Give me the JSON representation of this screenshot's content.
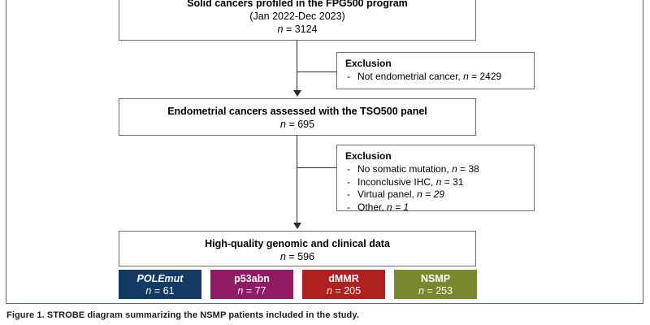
{
  "figure": {
    "frame_color": "#3d7a5e",
    "caption": "Figure 1.  STROBE diagram summarizing the NSMP patients included in the study."
  },
  "flow": {
    "nodes": [
      {
        "id": "solid-cancers",
        "title": "Solid cancers profiled in the FPG500 program",
        "subtitle": "(Jan 2022-Dec 2023)",
        "n_label": "n",
        "n_value": "3124"
      },
      {
        "id": "endometrial-assessed",
        "title": "Endometrial cancers assessed with the TSO500 panel",
        "subtitle": "",
        "n_label": "n",
        "n_value": "695"
      },
      {
        "id": "high-quality-data",
        "title": "High-quality genomic and clinical data",
        "subtitle": "",
        "n_label": "n",
        "n_value": "596"
      }
    ],
    "exclusions": [
      {
        "id": "exclusion-1",
        "heading": "Exclusion",
        "items": [
          {
            "text": "Not endometrial cancer,",
            "n_label": "n",
            "n_value": "2429",
            "n_italic": false
          }
        ]
      },
      {
        "id": "exclusion-2",
        "heading": "Exclusion",
        "items": [
          {
            "text": "No somatic mutation,",
            "n_label": "n",
            "n_value": "38",
            "n_italic": false
          },
          {
            "text": "Inconclusive IHC,",
            "n_label": "n",
            "n_value": "31",
            "n_italic": false
          },
          {
            "text": "Virtual panel,",
            "n_label": "n",
            "n_value": "29",
            "n_italic": true
          },
          {
            "text": "Other,",
            "n_label": "n",
            "n_value": "1",
            "n_italic": true
          }
        ]
      }
    ],
    "molecular_classes": [
      {
        "id": "polemut",
        "label": "POLEmut",
        "label_italic": true,
        "n_label": "n",
        "n_value": "61",
        "color": "#123a63"
      },
      {
        "id": "p53abn",
        "label": "p53abn",
        "label_italic": false,
        "n_label": "n",
        "n_value": "77",
        "color": "#8e1b63"
      },
      {
        "id": "dmmr",
        "label": "dMMR",
        "label_italic": false,
        "n_label": "n",
        "n_value": "205",
        "color": "#b0201f"
      },
      {
        "id": "nsmp",
        "label": "NSMP",
        "label_italic": false,
        "n_label": "n",
        "n_value": "253",
        "color": "#77892c"
      }
    ]
  }
}
